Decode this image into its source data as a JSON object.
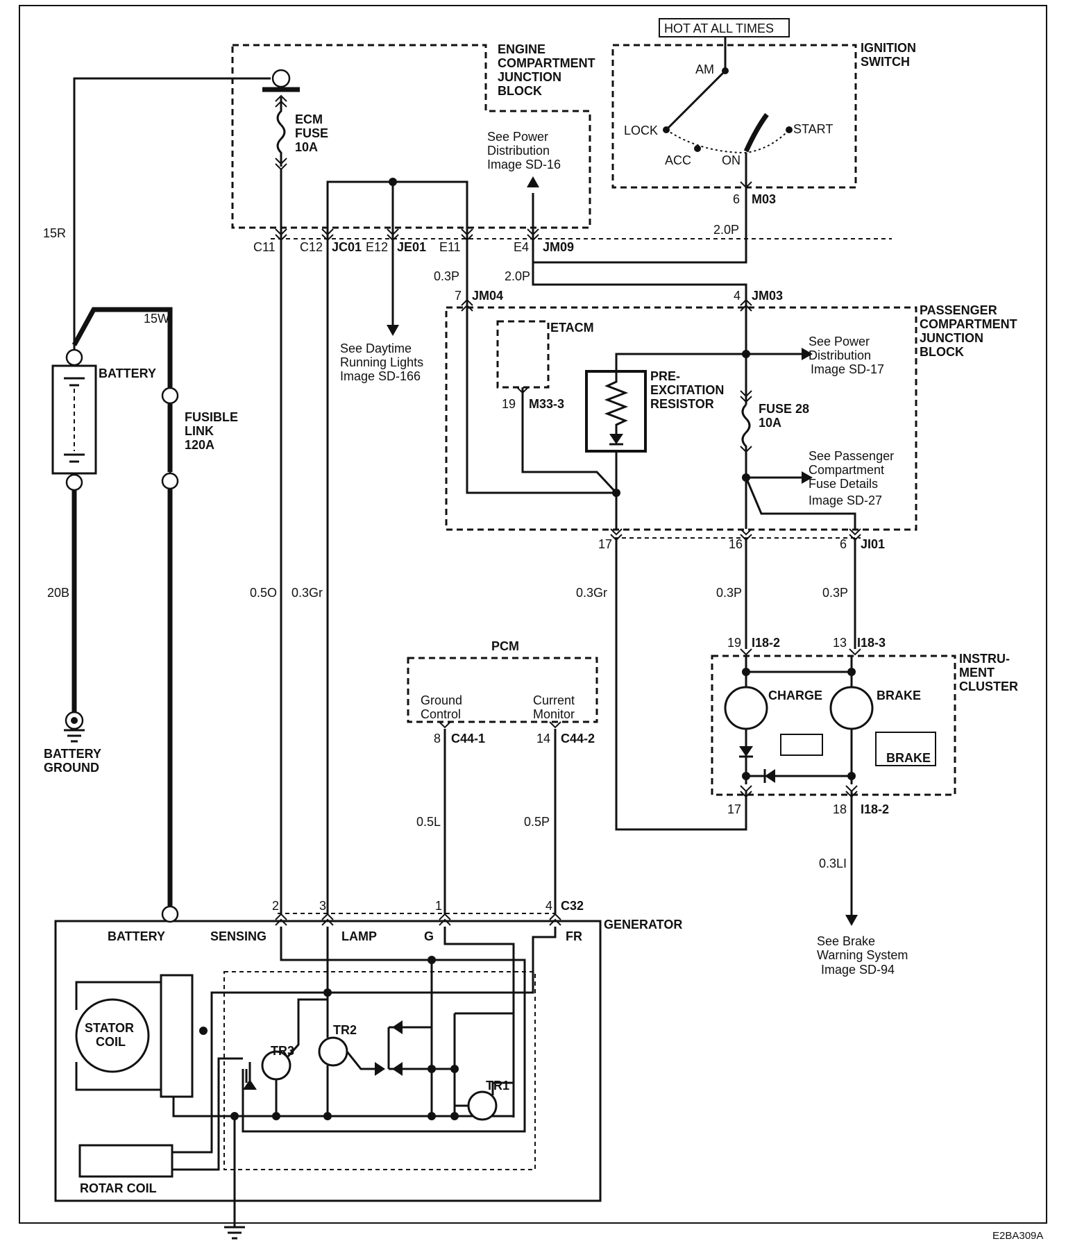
{
  "boxes": {
    "hot": "HOT AT ALL TIMES",
    "ecjb": [
      "ENGINE",
      "COMPARTMENT",
      "JUNCTION",
      "BLOCK"
    ],
    "ign": [
      "IGNITION",
      "SWITCH"
    ],
    "pcjb": [
      "PASSENGER",
      "COMPARTMENT",
      "JUNCTION",
      "BLOCK"
    ],
    "etacm": "ETACM",
    "pcm": "PCM",
    "ic": [
      "INSTRU-",
      "MENT",
      "CLUSTER"
    ],
    "gen": "GENERATOR"
  },
  "ignition": {
    "am": "AM",
    "lock": "LOCK",
    "acc": "ACC",
    "on": "ON",
    "start": "START"
  },
  "components": {
    "ecm_fuse": [
      "ECM",
      "FUSE",
      "10A"
    ],
    "battery": "BATTERY",
    "fusible": [
      "FUSIBLE",
      "LINK",
      "120A"
    ],
    "batt_ground": [
      "BATTERY",
      "GROUND"
    ],
    "preexc": [
      "PRE-",
      "EXCITATION",
      "RESISTOR"
    ],
    "fuse28": [
      "FUSE 28",
      "10A"
    ],
    "charge": "CHARGE",
    "brake": "BRAKE",
    "brake_icon": "BRAKE",
    "pcm_ground": [
      "Ground",
      "Control"
    ],
    "pcm_current": [
      "Current",
      "Monitor"
    ],
    "gen_terms": [
      "BATTERY",
      "SENSING",
      "LAMP",
      "G",
      "FR"
    ],
    "stator": [
      "STATOR",
      "COIL"
    ],
    "rotor": "ROTAR COIL",
    "tr1": "TR1",
    "tr2": "TR2",
    "tr3": "TR3"
  },
  "refs": {
    "power16": [
      "See Power",
      "Distribution",
      "Image SD-16"
    ],
    "drl": [
      "See Daytime",
      "Running Lights",
      "Image SD-166"
    ],
    "power17": [
      "See Power",
      "Distribution",
      "Image SD-17"
    ],
    "pcfuse": [
      "See Passenger",
      "Compartment",
      "Fuse Details",
      "Image SD-27"
    ],
    "brakews": [
      "See Brake",
      "Warning System",
      "Image SD-94"
    ]
  },
  "wires": {
    "w15r": "15R",
    "w15w": "15W",
    "w20b": "20B",
    "w05o": "0.5O",
    "w03gr": "0.3Gr",
    "w03p_a": "0.3P",
    "w20p_a": "2.0P",
    "w20p_b": "2.0P",
    "w03gr_b": "0.3Gr",
    "w03p_b": "0.3P",
    "w03p_c": "0.3P",
    "w05l": "0.5L",
    "w05p": "0.5P",
    "w03li": "0.3LI"
  },
  "connectors": {
    "c11": "C11",
    "c12": "C12",
    "jc01": "JC01",
    "e12": "E12",
    "je01": "JE01",
    "e11": "E11",
    "e4": "E4",
    "jm09": "JM09",
    "p6": "6",
    "m03": "M03",
    "p7": "7",
    "jm04": "JM04",
    "p4": "4",
    "jm03": "JM03",
    "p19a": "19",
    "m333": "M33-3",
    "p17a": "17",
    "p16": "16",
    "p6b": "6",
    "ji01": "JI01",
    "p19b": "19",
    "i182a": "I18-2",
    "p13": "13",
    "i183": "I18-3",
    "p17b": "17",
    "p18": "18",
    "i182b": "I18-2",
    "p8": "8",
    "c441": "C44-1",
    "p14": "14",
    "c442": "C44-2",
    "p2": "2",
    "p3": "3",
    "p1": "1",
    "p4b": "4",
    "c32": "C32"
  },
  "footer_code": "E2BA309A"
}
